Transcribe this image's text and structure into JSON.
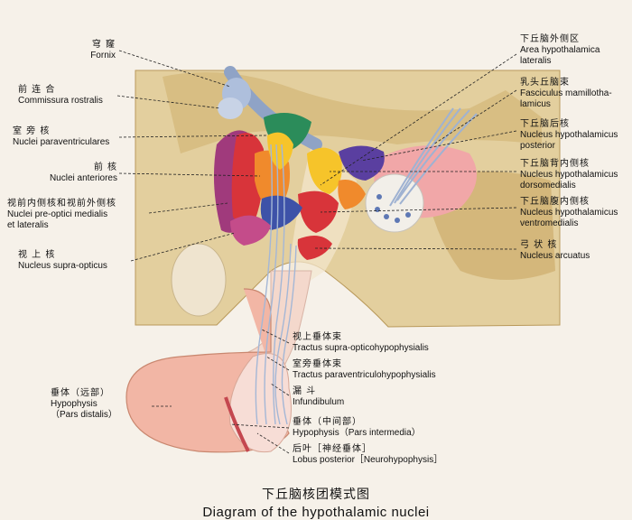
{
  "caption": {
    "zh": "下丘脑核团模式图",
    "en": "Diagram of the hypothalamic nuclei"
  },
  "labels": {
    "fornix": {
      "zh": "穹 窿",
      "en": "Fornix"
    },
    "commissura": {
      "zh": "前 连 合",
      "en": "Commissura rostralis"
    },
    "paraventricular": {
      "zh": "室 旁 核",
      "en": "Nuclei paraventriculares"
    },
    "anterior": {
      "zh": "前 核",
      "en": "Nuclei anteriores"
    },
    "preoptic": {
      "zh": "视前内侧核和视前外侧核",
      "en": "Nuclei pre-optici medialis",
      "en2": "et lateralis"
    },
    "supraoptic": {
      "zh": "视 上 核",
      "en": "Nucleus supra-opticus"
    },
    "lateral_area": {
      "zh": "下丘脑外侧区",
      "en": "Area hypothalamica",
      "en2": "lateralis"
    },
    "mammillothalamic": {
      "zh": "乳头丘脑束",
      "en": "Fasciculus mamillotha-",
      "en2": "lamicus"
    },
    "posterior": {
      "zh": "下丘脑后核",
      "en": "Nucleus hypothalamicus",
      "en2": "posterior"
    },
    "dorsomedial": {
      "zh": "下丘脑背内侧核",
      "en": "Nucleus hypothalamicus",
      "en2": "dorsomedialis"
    },
    "ventromedial": {
      "zh": "下丘脑腹内侧核",
      "en": "Nucleus hypothalamicus",
      "en2": "ventromedialis"
    },
    "arcuate": {
      "zh": "弓 状 核",
      "en": "Nucleus arcuatus"
    },
    "supraoptico_tract": {
      "zh": "视上垂体束",
      "en": "Tractus supra-opticohypophysialis"
    },
    "paraventriculo_tract": {
      "zh": "室旁垂体束",
      "en": "Tractus paraventriculohypophysialis"
    },
    "infundibulum": {
      "zh": "漏 斗",
      "en": "Infundibulum"
    },
    "pars_distalis": {
      "zh": "垂体（远部）",
      "en": "Hypophysis",
      "en2": "（Pars distalis）"
    },
    "pars_intermedia": {
      "zh": "垂体（中间部）",
      "en": "Hypophysis（Pars intermedia）"
    },
    "lobus_posterior": {
      "zh": "后叶［神经垂体］",
      "en": "Lobus posterior［Neurohypophysis］"
    }
  },
  "colors": {
    "tissue": "#e3cf9e",
    "tissue_dark": "#c9ab6b",
    "background": "#f6f1e9",
    "pituitary": "#f2b6a5",
    "nucleus_red": "#d8343a",
    "nucleus_purple": "#a03a7c",
    "nucleus_orange": "#f08a2c",
    "nucleus_yellow": "#f6c42a",
    "nucleus_blue": "#3d52a8",
    "nucleus_green": "#2b8c5a"
  }
}
